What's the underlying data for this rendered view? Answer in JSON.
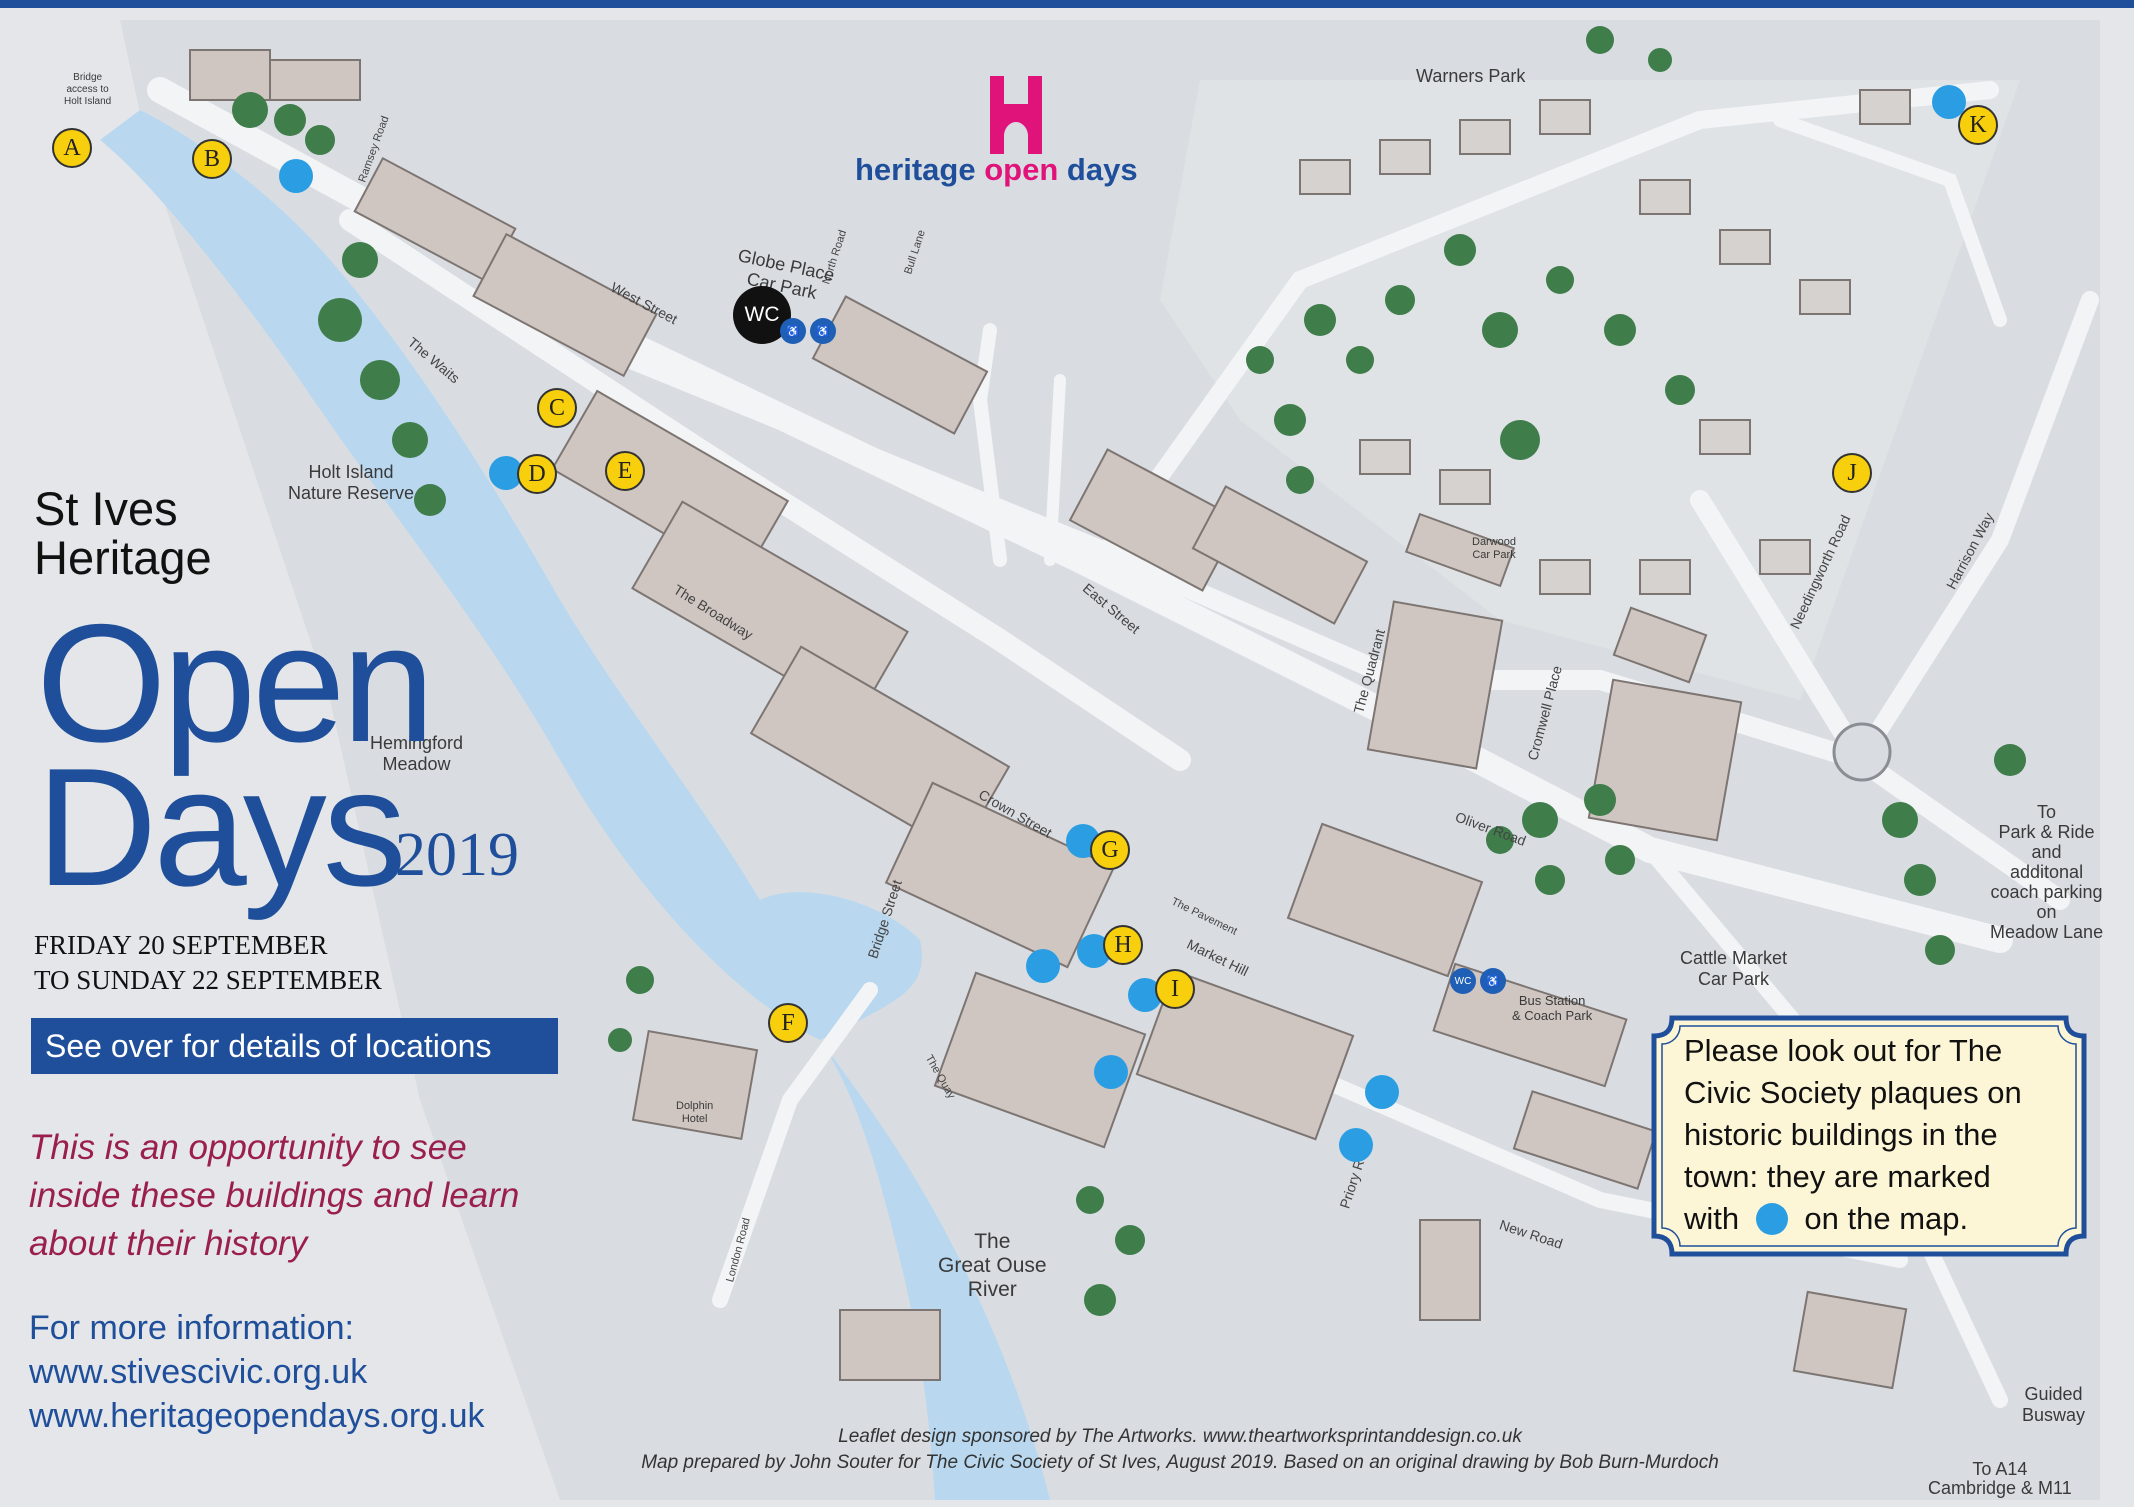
{
  "header": {
    "title_line1": "St Ives",
    "title_line2": "Heritage",
    "title_open": "Open",
    "title_days": "Days",
    "year": "2019",
    "date_line1": "FRIDAY 20 SEPTEMBER",
    "date_line2": "TO SUNDAY 22 SEPTEMBER",
    "see_over": "See over for details of locations"
  },
  "tagline": {
    "line1": "This is an opportunity to see",
    "line2": "inside these buildings and learn",
    "line3": "about their history"
  },
  "info": {
    "heading": "For more information:",
    "url1": "www.stivescivic.org.uk",
    "url2": "www.heritageopendays.org.uk"
  },
  "logo": {
    "part1": "heritage",
    "part2": "open",
    "part3": "days",
    "pink": "#e0137a",
    "blue": "#1f4f9a"
  },
  "callout": {
    "line1": "Please look out for The",
    "line2": "Civic Society plaques on",
    "line3": "historic buildings in the",
    "line4": "town:  they are marked",
    "line5_before": "with",
    "line5_after": "on the map."
  },
  "credits": {
    "line1": "Leaflet design sponsored by The Artworks. www.theartworksprintanddesign.co.uk",
    "line2": "Map prepared by John Souter for The Civic Society of St Ives, August 2019. Based on an original drawing by Bob Burn-Murdoch"
  },
  "place_labels": {
    "warners_park": "Warners Park",
    "globe_place_line1": "Globe Place",
    "globe_place_line2": "Car Park",
    "holt_island_line1": "Holt Island",
    "holt_island_line2": "Nature Reserve",
    "hemingford_line1": "Hemingford",
    "hemingford_line2": "Meadow",
    "bridge_line1": "Bridge",
    "bridge_line2": "access to",
    "bridge_line3": "Holt Island",
    "river_line1": "The",
    "river_line2": "Great Ouse",
    "river_line3": "River",
    "dolphin_line1": "Dolphin",
    "dolphin_line2": "Hotel",
    "cattle_line1": "Cattle Market",
    "cattle_line2": "Car Park",
    "bus_line1": "Bus Station",
    "bus_line2": "& Coach Park",
    "darwood_line1": "Darwood",
    "darwood_line2": "Car Park",
    "parkride_line1": "To",
    "parkride_line2": "Park & Ride",
    "parkride_line3": "and",
    "parkride_line4": "additonal",
    "parkride_line5": "coach parking",
    "parkride_line6": "on",
    "parkride_line7": "Meadow Lane",
    "busway_line1": "Guided",
    "busway_line2": "Busway",
    "a14_line1": "To A14",
    "a14_line2": "Cambridge & M11",
    "wc": "WC"
  },
  "streets": {
    "west_street": "West Street",
    "the_waits": "The Waits",
    "the_broadway": "The Broadway",
    "crown_street": "Crown Street",
    "bridge_street": "Bridge Street",
    "east_street": "East Street",
    "market_hill": "Market Hill",
    "the_pavement": "The Pavement",
    "the_quadrant": "The Quadrant",
    "oliver_road": "Oliver Road",
    "cromwell_place": "Cromwell Place",
    "needingworth_road": "Needingworth Road",
    "harrison_way": "Harrison Way",
    "new_road": "New Road",
    "priory_road": "Priory Road",
    "london_road": "London Road",
    "ramsey_road": "Ramsey Road",
    "north_road": "North Road",
    "the_quay": "The Quay",
    "bull_lane": "Bull Lane"
  },
  "location_markers": [
    {
      "letter": "A"
    },
    {
      "letter": "B"
    },
    {
      "letter": "C"
    },
    {
      "letter": "D"
    },
    {
      "letter": "E"
    },
    {
      "letter": "F"
    },
    {
      "letter": "G"
    },
    {
      "letter": "H"
    },
    {
      "letter": "I"
    },
    {
      "letter": "J"
    },
    {
      "letter": "K"
    }
  ],
  "colors": {
    "marker_yellow": "#f7cf0c",
    "plaque_blue": "#2b9ee3",
    "river": "#b9d8ef",
    "trees": "#3f7d4a",
    "accent_blue": "#1f4f9a",
    "tagline_magenta": "#9a1f4f"
  }
}
